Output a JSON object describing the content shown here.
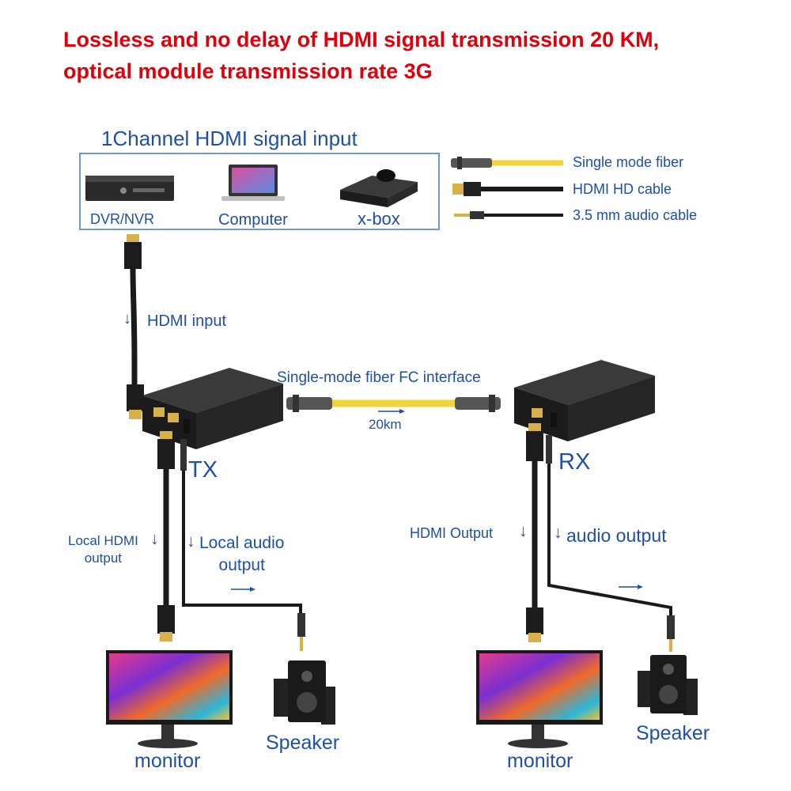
{
  "headline": {
    "line1": "Lossless and no delay of HDMI signal transmission 20 KM,",
    "line2": "optical module transmission rate 3G",
    "color": "#e0000a"
  },
  "input_panel": {
    "title": "1Channel HDMI signal input",
    "sources": [
      {
        "label": "DVR/NVR",
        "icon": "dvr-icon"
      },
      {
        "label": "Computer",
        "icon": "laptop-icon"
      },
      {
        "label": "x-box",
        "icon": "xbox-icon"
      }
    ]
  },
  "legend": [
    {
      "label": "Single mode fiber",
      "icon": "fiber-cable-icon",
      "color": "#f2d33a"
    },
    {
      "label": "HDMI HD cable",
      "icon": "hdmi-cable-icon",
      "color": "#1a1a1a"
    },
    {
      "label": "3.5 mm audio cable",
      "icon": "audio-cable-icon",
      "color": "#1a1a1a"
    }
  ],
  "links": {
    "hdmi_input": "HDMI input",
    "fiber_interface": "Single-mode fiber FC interface",
    "fiber_distance": "20km",
    "local_hdmi_output_line1": "Local HDMI",
    "local_hdmi_output_line2": "output",
    "local_audio_output_line1": "Local audio",
    "local_audio_output_line2": "output",
    "hdmi_output": "HDMI Output",
    "audio_output": "audio output"
  },
  "devices": {
    "transmitter": "TX",
    "receiver": "RX"
  },
  "endpoints": {
    "tx_monitor": "monitor",
    "tx_speaker": "Speaker",
    "rx_monitor": "monitor",
    "rx_speaker": "Speaker"
  },
  "colors": {
    "label_blue": "#1f4fa8",
    "box_border": "#6f97d6",
    "fiber_yellow": "#f2d33a",
    "hdmi_gold": "#d8b04a"
  }
}
